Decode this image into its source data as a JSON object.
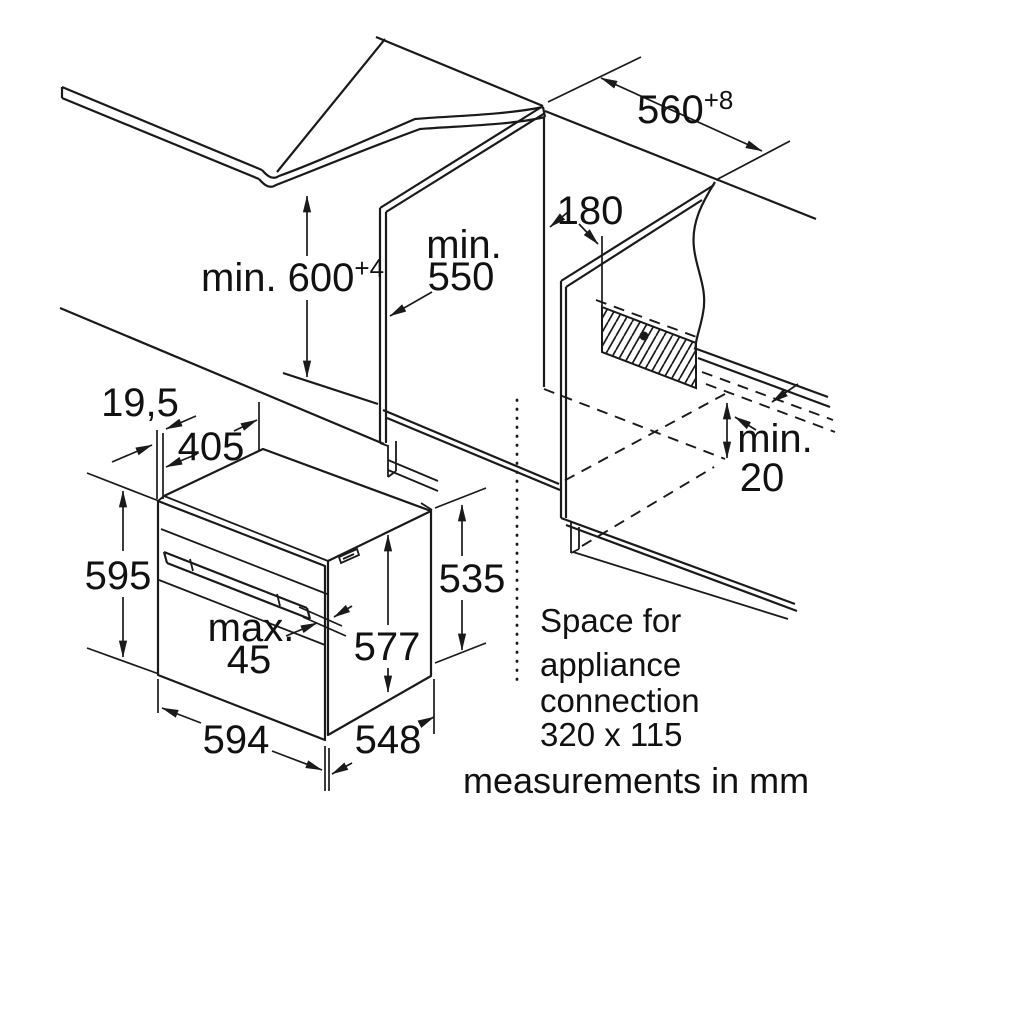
{
  "page": {
    "background": "#ffffff",
    "units_note": "measurements in mm"
  },
  "niche": {
    "dim_width": {
      "value": "560",
      "sup": "+8"
    },
    "dim_height": {
      "value": "min. 600",
      "sup": "+4"
    },
    "dim_depth": {
      "line1": "min.",
      "line2": "550"
    },
    "dim_connection_offset": {
      "value": "180"
    },
    "dim_rear_gap": {
      "line1": "min.",
      "line2": "20"
    },
    "connection_note": {
      "line1": "Space for",
      "line2": "appliance",
      "line3": "connection",
      "line4": "320 x 115"
    }
  },
  "oven": {
    "dim_front_overhang": {
      "value": "19,5"
    },
    "dim_top_depth": {
      "value": "405"
    },
    "dim_front_height": {
      "value": "595"
    },
    "dim_rear_height": {
      "value": "535"
    },
    "dim_body_height": {
      "value": "577"
    },
    "dim_handle_protrusion": {
      "line1": "max.",
      "line2": "45"
    },
    "dim_front_width": {
      "value": "594"
    },
    "dim_body_depth": {
      "value": "548"
    }
  },
  "colors": {
    "line": "#1a1a1a"
  }
}
